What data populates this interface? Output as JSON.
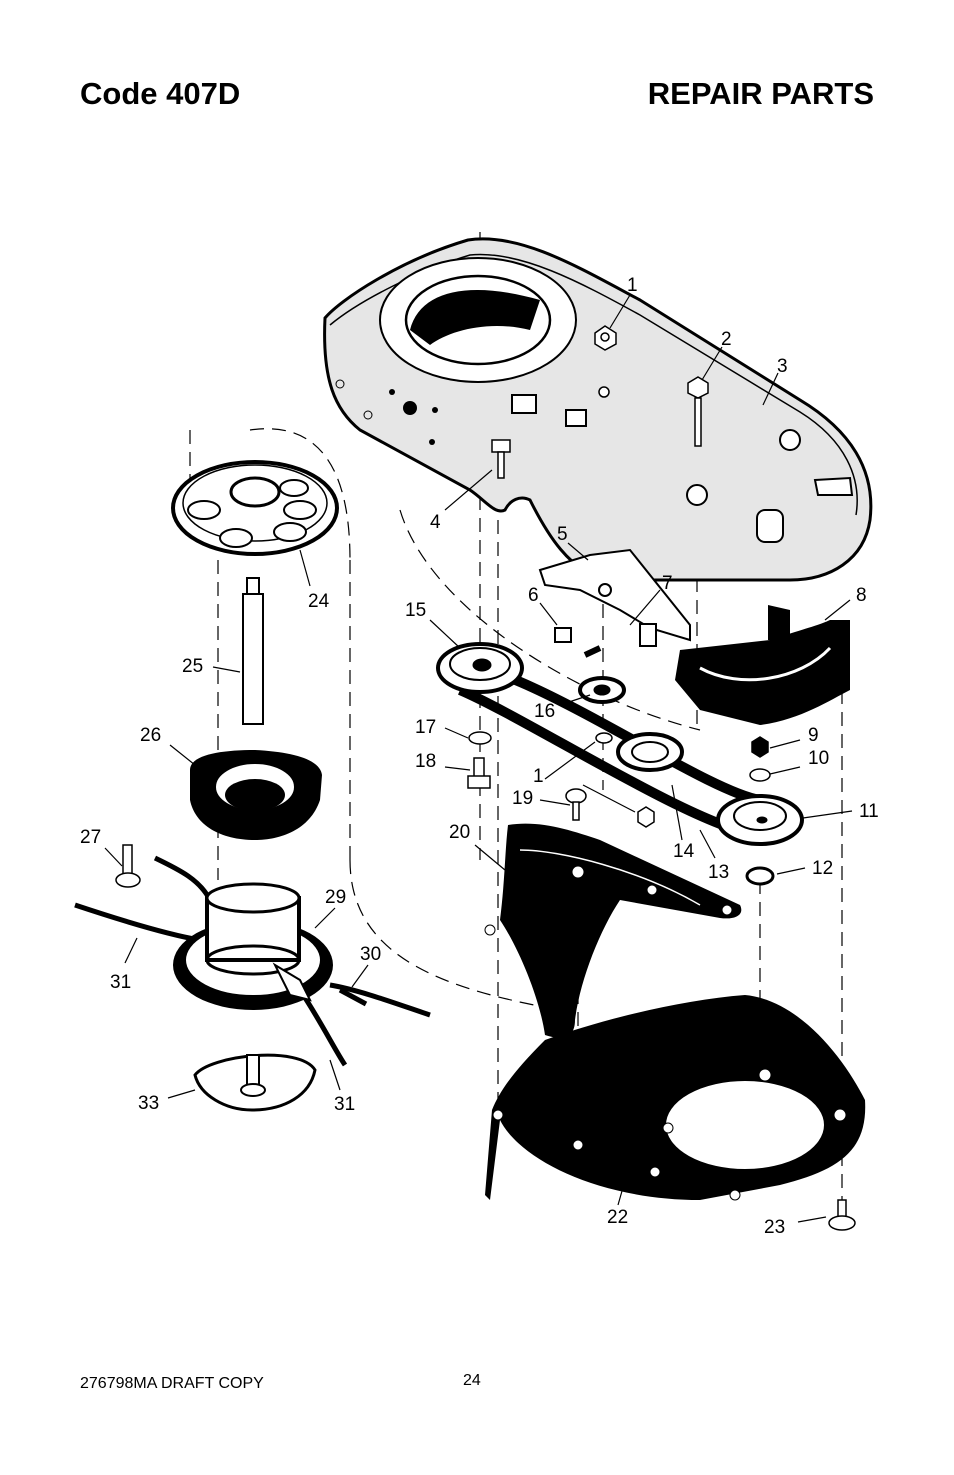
{
  "header": {
    "code": "Code 407D",
    "title": "REPAIR PARTS"
  },
  "footer": {
    "doc_id": "276798MA DRAFT COPY",
    "page": "24"
  },
  "callouts": [
    "1",
    "2",
    "3",
    "4",
    "5",
    "6",
    "7",
    "8",
    "15",
    "24",
    "16",
    "25",
    "17",
    "9",
    "10",
    "26",
    "18",
    "1",
    "19",
    "11",
    "20",
    "14",
    "27",
    "13",
    "12",
    "29",
    "30",
    "31",
    "31",
    "33",
    "22",
    "23"
  ],
  "colors": {
    "ink": "#000000",
    "housing": "#e6e6e6",
    "page": "#ffffff"
  }
}
